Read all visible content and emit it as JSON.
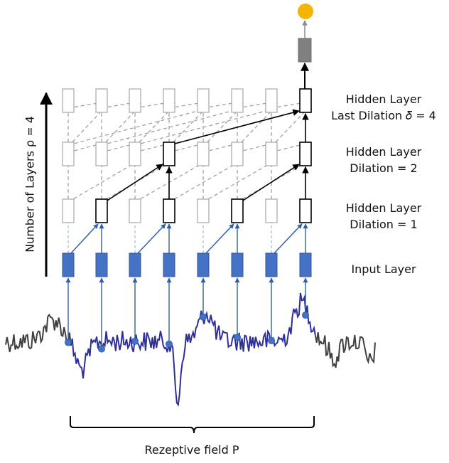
{
  "labels": {
    "layer_last": {
      "title": "Hidden Layer",
      "detail": "Last Dilation 𝛿 = 4"
    },
    "layer_dil2": {
      "title": "Hidden Layer",
      "detail": "Dilation = 2"
    },
    "layer_dil1": {
      "title": "Hidden Layer",
      "detail": "Dilation = 1"
    },
    "input_layer": "Input Layer",
    "layers_axis": "Number of Layers ρ = 4",
    "receptive_field": "Rezeptive field P"
  },
  "colors": {
    "input_node": "#4472C4",
    "signal_inside": "#2F2F9A",
    "signal_outside": "#404040",
    "active_node_border": "#000000",
    "inactive_node_border": "#A6A6A6",
    "output_node": "#F5B400",
    "dense_node": "#808080",
    "input_arrow": "#2E5FA8"
  },
  "icons": {
    "output": "circle",
    "dense": "rectangle"
  }
}
